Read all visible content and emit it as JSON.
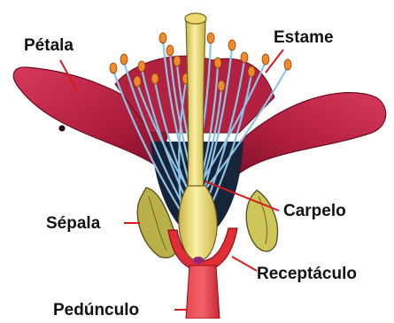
{
  "labels": {
    "petala": "Pétala",
    "estame": "Estame",
    "carpelo": "Carpelo",
    "sepala": "Sépala",
    "receptaculo": "Receptáculo",
    "pedunculo": "Pedúnculo"
  },
  "colors": {
    "petal": "#c8284a",
    "petal_dark": "#8e1430",
    "filament": "#8fc3e6",
    "anther": "#f08a2a",
    "carpel": "#f2e27a",
    "sepal": "#c9c25a",
    "receptacle": "#e0303a",
    "leader_line": "#d51b1b"
  }
}
